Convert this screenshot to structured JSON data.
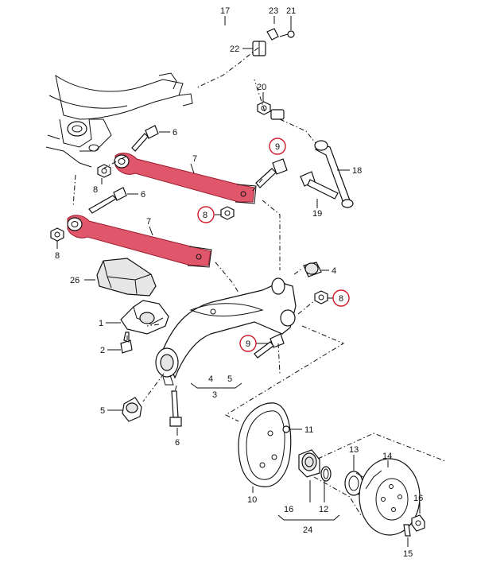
{
  "accent_color": "#e0566b",
  "highlight_ring_color": "#d01a2a",
  "labels": [
    {
      "id": "l17",
      "text": "17"
    },
    {
      "id": "l23",
      "text": "23"
    },
    {
      "id": "l21",
      "text": "21"
    },
    {
      "id": "l22",
      "text": "22"
    },
    {
      "id": "l20",
      "text": "20"
    },
    {
      "id": "l6a",
      "text": "6"
    },
    {
      "id": "l7a",
      "text": "7"
    },
    {
      "id": "l9a",
      "text": "9"
    },
    {
      "id": "l18",
      "text": "18"
    },
    {
      "id": "l8a",
      "text": "8"
    },
    {
      "id": "l6b",
      "text": "6"
    },
    {
      "id": "l8b",
      "text": "8"
    },
    {
      "id": "l19",
      "text": "19"
    },
    {
      "id": "l8c",
      "text": "8"
    },
    {
      "id": "l7b",
      "text": "7"
    },
    {
      "id": "l8d",
      "text": "8"
    },
    {
      "id": "l26",
      "text": "26"
    },
    {
      "id": "l4a",
      "text": "4"
    },
    {
      "id": "l1",
      "text": "1"
    },
    {
      "id": "l9b",
      "text": "9"
    },
    {
      "id": "l2",
      "text": "2"
    },
    {
      "id": "l4b",
      "text": "4"
    },
    {
      "id": "l5a",
      "text": "5"
    },
    {
      "id": "l3",
      "text": "3"
    },
    {
      "id": "l5b",
      "text": "5"
    },
    {
      "id": "l6c",
      "text": "6"
    },
    {
      "id": "l11",
      "text": "11"
    },
    {
      "id": "l13",
      "text": "13"
    },
    {
      "id": "l14",
      "text": "14"
    },
    {
      "id": "l16a",
      "text": "16"
    },
    {
      "id": "l10",
      "text": "10"
    },
    {
      "id": "l16b",
      "text": "16"
    },
    {
      "id": "l12",
      "text": "12"
    },
    {
      "id": "l24",
      "text": "24"
    },
    {
      "id": "l15",
      "text": "15"
    }
  ]
}
